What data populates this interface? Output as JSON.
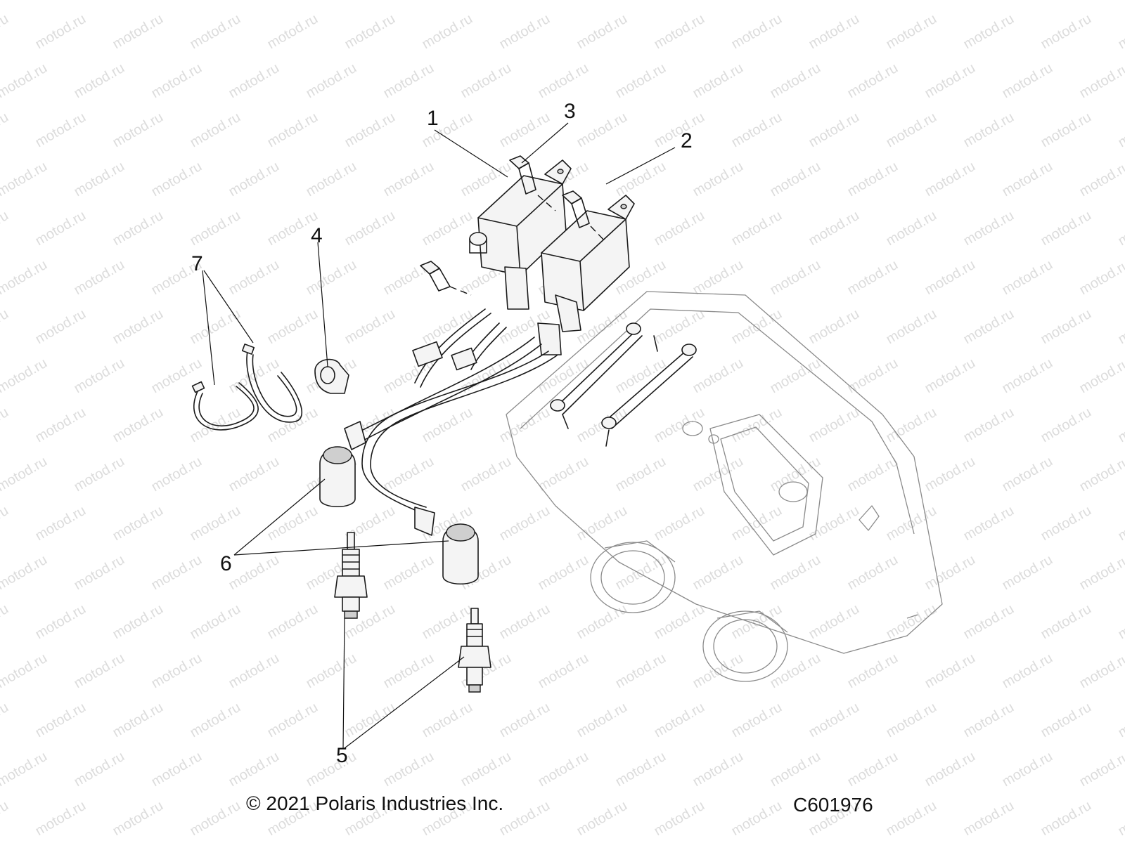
{
  "watermark_text": "motod.ru",
  "callouts": [
    {
      "id": "1",
      "label": "1"
    },
    {
      "id": "2",
      "label": "2"
    },
    {
      "id": "3",
      "label": "3"
    },
    {
      "id": "4",
      "label": "4"
    },
    {
      "id": "5",
      "label": "5"
    },
    {
      "id": "6",
      "label": "6"
    },
    {
      "id": "7",
      "label": "7"
    }
  ],
  "footer": {
    "copyright": "© 2021 Polaris Industries Inc.",
    "figure_code": "C601976"
  }
}
